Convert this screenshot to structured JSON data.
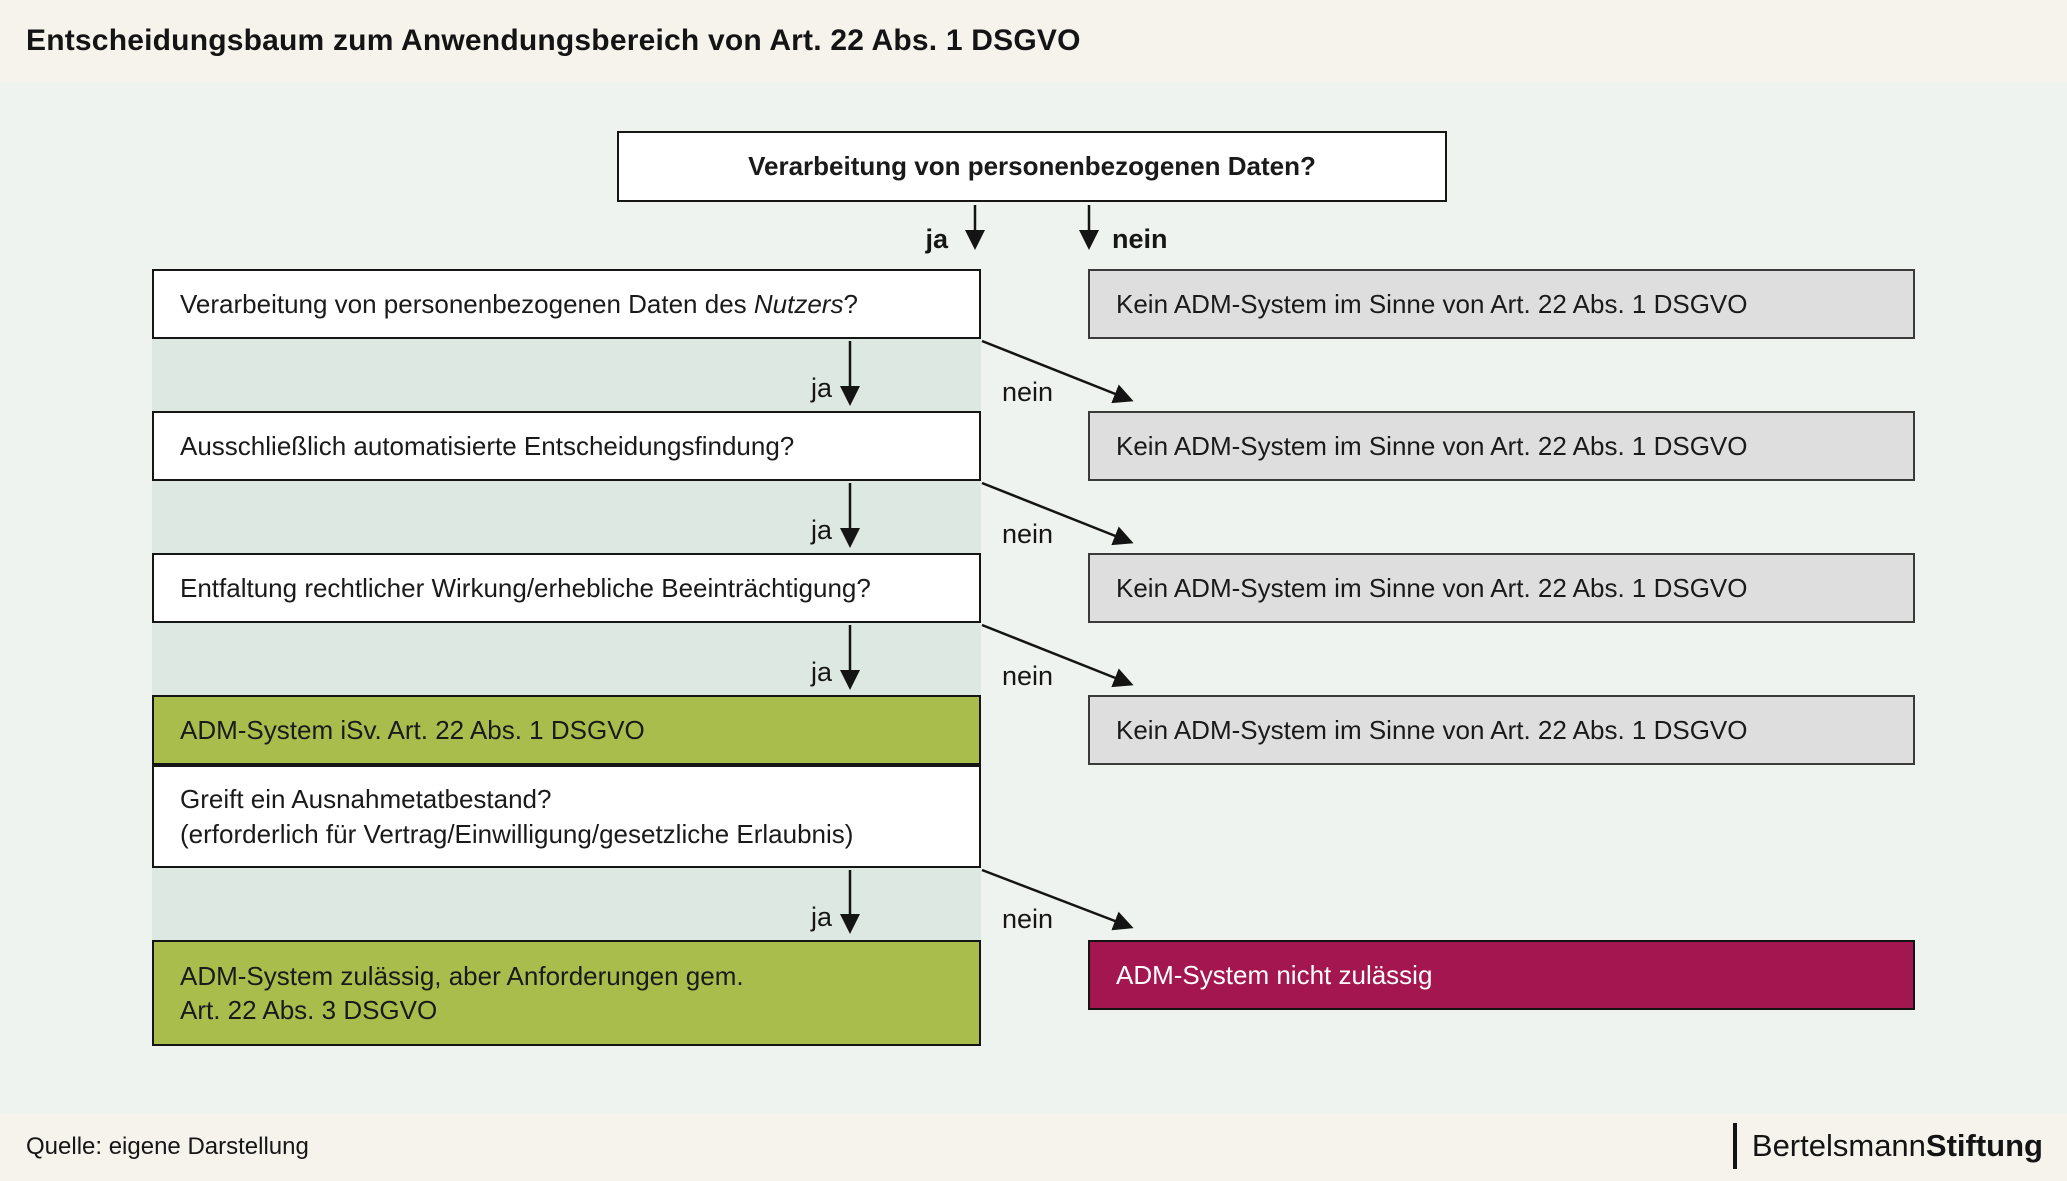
{
  "title": "Entscheidungsbaum zum Anwendungsbereich von Art. 22 Abs. 1 DSGVO",
  "colors": {
    "cream": "#f6f3ec",
    "main_bg": "#eff3ef",
    "mint": "#dce8e1",
    "green": "#a9bd4c",
    "magenta": "#a4164f",
    "gray": "#dedede"
  },
  "flow": {
    "root_question": "Verarbeitung von personenbezogenen Daten?",
    "labels": {
      "yes": "ja",
      "no": "nein"
    },
    "steps": [
      {
        "question_pre": "Verarbeitung von personenbezogenen Daten des ",
        "question_em": "Nutzers",
        "question_post": "?"
      },
      {
        "question": "Ausschließlich automatisierte Entscheidungsfindung?"
      },
      {
        "question": "Entfaltung rechtlicher Wirkung/erhebliche Beeinträchtigung?"
      }
    ],
    "no_outcome": "Kein ADM-System im Sinne von Art. 22 Abs. 1 DSGVO",
    "adm_outcome": "ADM-System iSv. Art. 22 Abs. 1 DSGVO",
    "exception_question_line1": "Greift ein Ausnahmetatbestand?",
    "exception_question_line2": "(erforderlich für Vertrag/Einwilligung/gesetzliche Erlaubnis)",
    "allowed_line1": "ADM-System zulässig, aber Anforderungen gem.",
    "allowed_line2": "Art. 22 Abs. 3 DSGVO",
    "not_allowed": "ADM-System nicht zulässig"
  },
  "footer": {
    "source": "Quelle: eigene Darstellung",
    "brand_regular": "Bertelsmann",
    "brand_bold": "Stiftung"
  }
}
